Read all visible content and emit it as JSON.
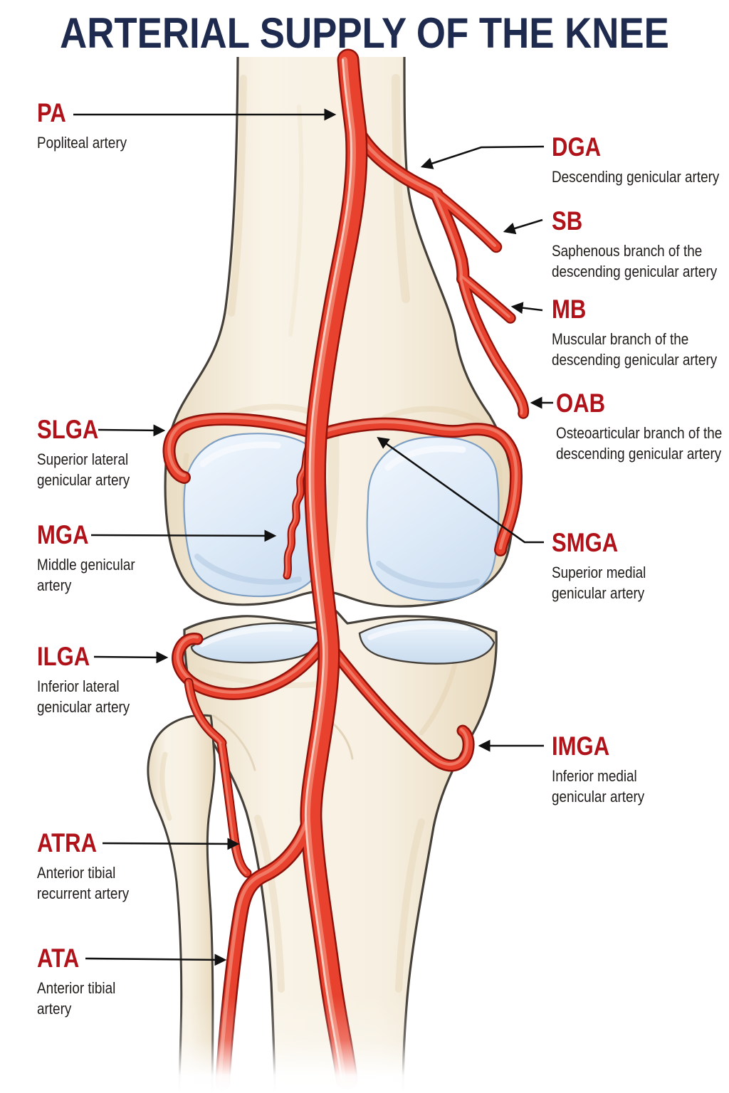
{
  "title": "ARTERIAL SUPPLY OF THE KNEE",
  "palette": {
    "title_navy": "#1e2b4f",
    "abbr_red": "#b01219",
    "artery_fill": "#e8422e",
    "artery_outline": "#8f120b",
    "artery_highlight": "#f0806b",
    "bone_cream": "#f7f0e2",
    "bone_shade": "#e7d8bc",
    "bone_outline": "#45403a",
    "cartilage_blue": "#d9e7f6",
    "cartilage_rim": "#7fa0c2",
    "arrow_black": "#111111",
    "description_text": "#201d1a"
  },
  "illustration": "knee-joint-anterior-view-with-arteries",
  "labels": [
    {
      "abbr": "PA",
      "lines": [
        "Popliteal artery"
      ]
    },
    {
      "abbr": "DGA",
      "lines": [
        "Descending genicular artery"
      ]
    },
    {
      "abbr": "SB",
      "lines": [
        "Saphenous branch of the",
        "descending genicular artery"
      ]
    },
    {
      "abbr": "MB",
      "lines": [
        "Muscular branch of the",
        "descending genicular artery"
      ]
    },
    {
      "abbr": "OAB",
      "lines": [
        "Osteoarticular branch of the",
        "descending genicular artery"
      ]
    },
    {
      "abbr": "SLGA",
      "lines": [
        "Superior lateral",
        "genicular artery"
      ]
    },
    {
      "abbr": "MGA",
      "lines": [
        "Middle genicular",
        "artery"
      ]
    },
    {
      "abbr": "SMGA",
      "lines": [
        "Superior medial",
        "genicular artery"
      ]
    },
    {
      "abbr": "ILGA",
      "lines": [
        "Inferior lateral",
        "genicular artery"
      ]
    },
    {
      "abbr": "IMGA",
      "lines": [
        "Inferior medial",
        "genicular artery"
      ]
    },
    {
      "abbr": "ATRA",
      "lines": [
        "Anterior tibial",
        "recurrent artery"
      ]
    },
    {
      "abbr": "ATA",
      "lines": [
        "Anterior tibial",
        "artery"
      ]
    }
  ]
}
